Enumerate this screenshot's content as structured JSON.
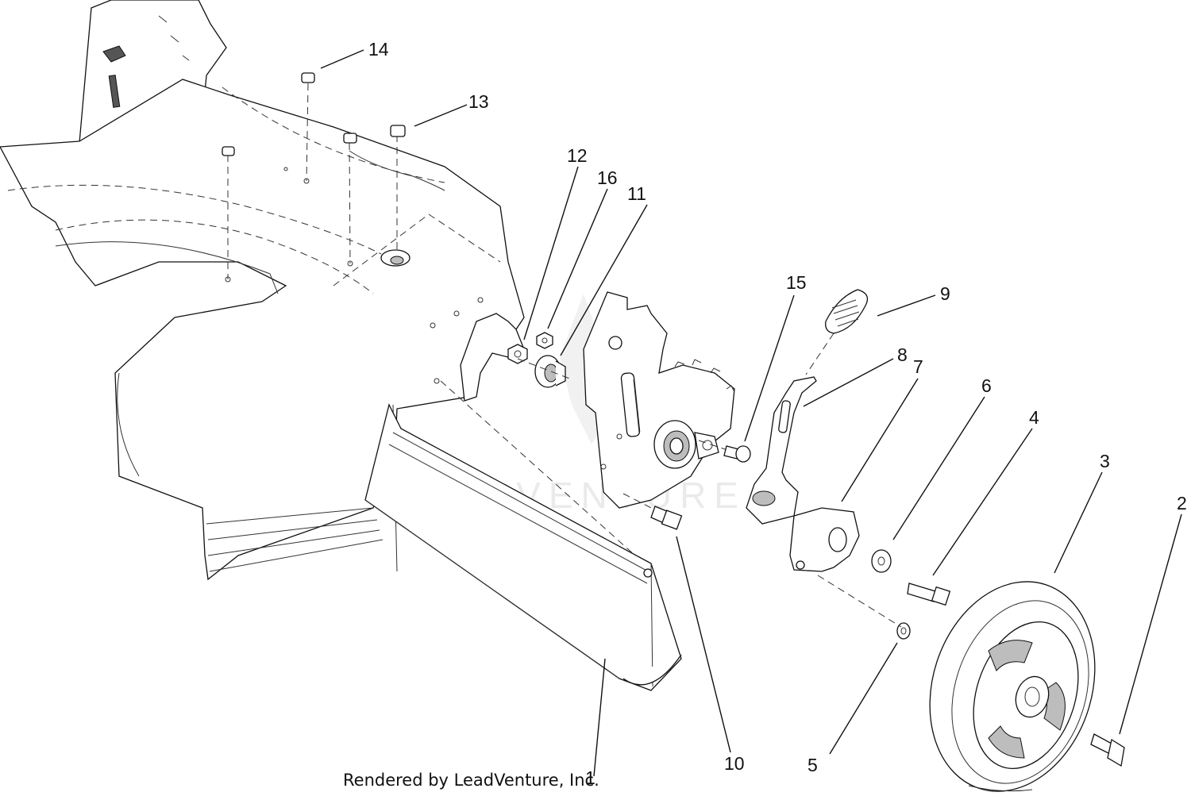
{
  "diagram": {
    "callouts": [
      "1",
      "2",
      "3",
      "4",
      "5",
      "6",
      "7",
      "8",
      "9",
      "10",
      "11",
      "12",
      "13",
      "14",
      "15",
      "16"
    ],
    "watermark": "LEADVENTURE",
    "footer_text": "Rendered by LeadVenture, Inc."
  }
}
